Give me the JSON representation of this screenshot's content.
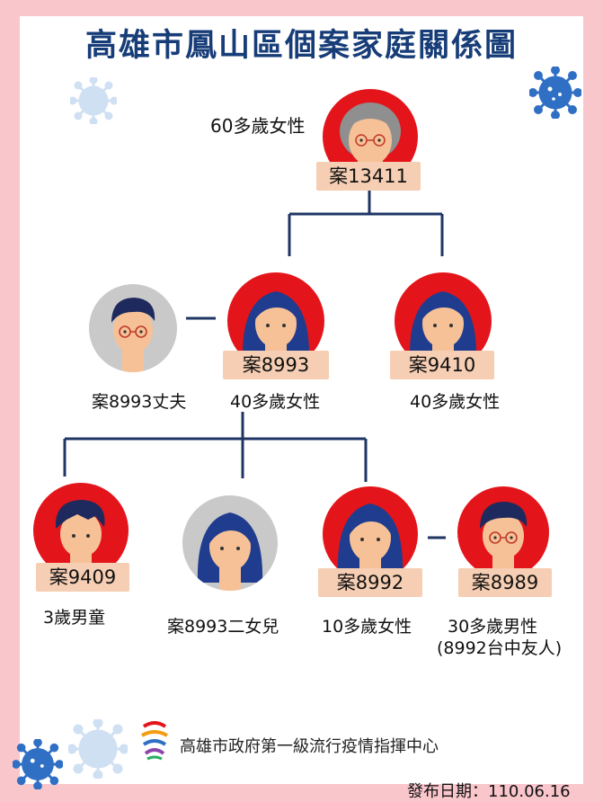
{
  "title": "高雄市鳳山區個案家庭關係圖",
  "people": {
    "grandmother": {
      "case": "案13411",
      "desc": "60多歲女性"
    },
    "husband": {
      "desc": "案8993丈夫"
    },
    "woman_8993": {
      "case": "案8993",
      "desc": "40多歲女性"
    },
    "woman_9410": {
      "case": "案9410",
      "desc": "40多歲女性"
    },
    "boy_9409": {
      "case": "案9409",
      "desc": "3歲男童"
    },
    "daughter2": {
      "desc": "案8993二女兒"
    },
    "girl_8992": {
      "case": "案8992",
      "desc": "10多歲女性"
    },
    "man_8989": {
      "case": "案8989",
      "desc": "30多歲男性",
      "note": "(8992台中友人)"
    }
  },
  "footer": {
    "org": "高雄市政府第一級流行疫情指揮中心",
    "release": "發布日期：110.06.16"
  },
  "colors": {
    "title": "#173d78",
    "confirmed_ring": "#e3151b",
    "unconfirmed_ring": "#c9c9c9",
    "case_box": "#f6ceb3",
    "line": "#1f3564",
    "border": "#f9c6cc",
    "virus_dark": "#2f6fc4",
    "virus_light": "#cfe0f3"
  }
}
